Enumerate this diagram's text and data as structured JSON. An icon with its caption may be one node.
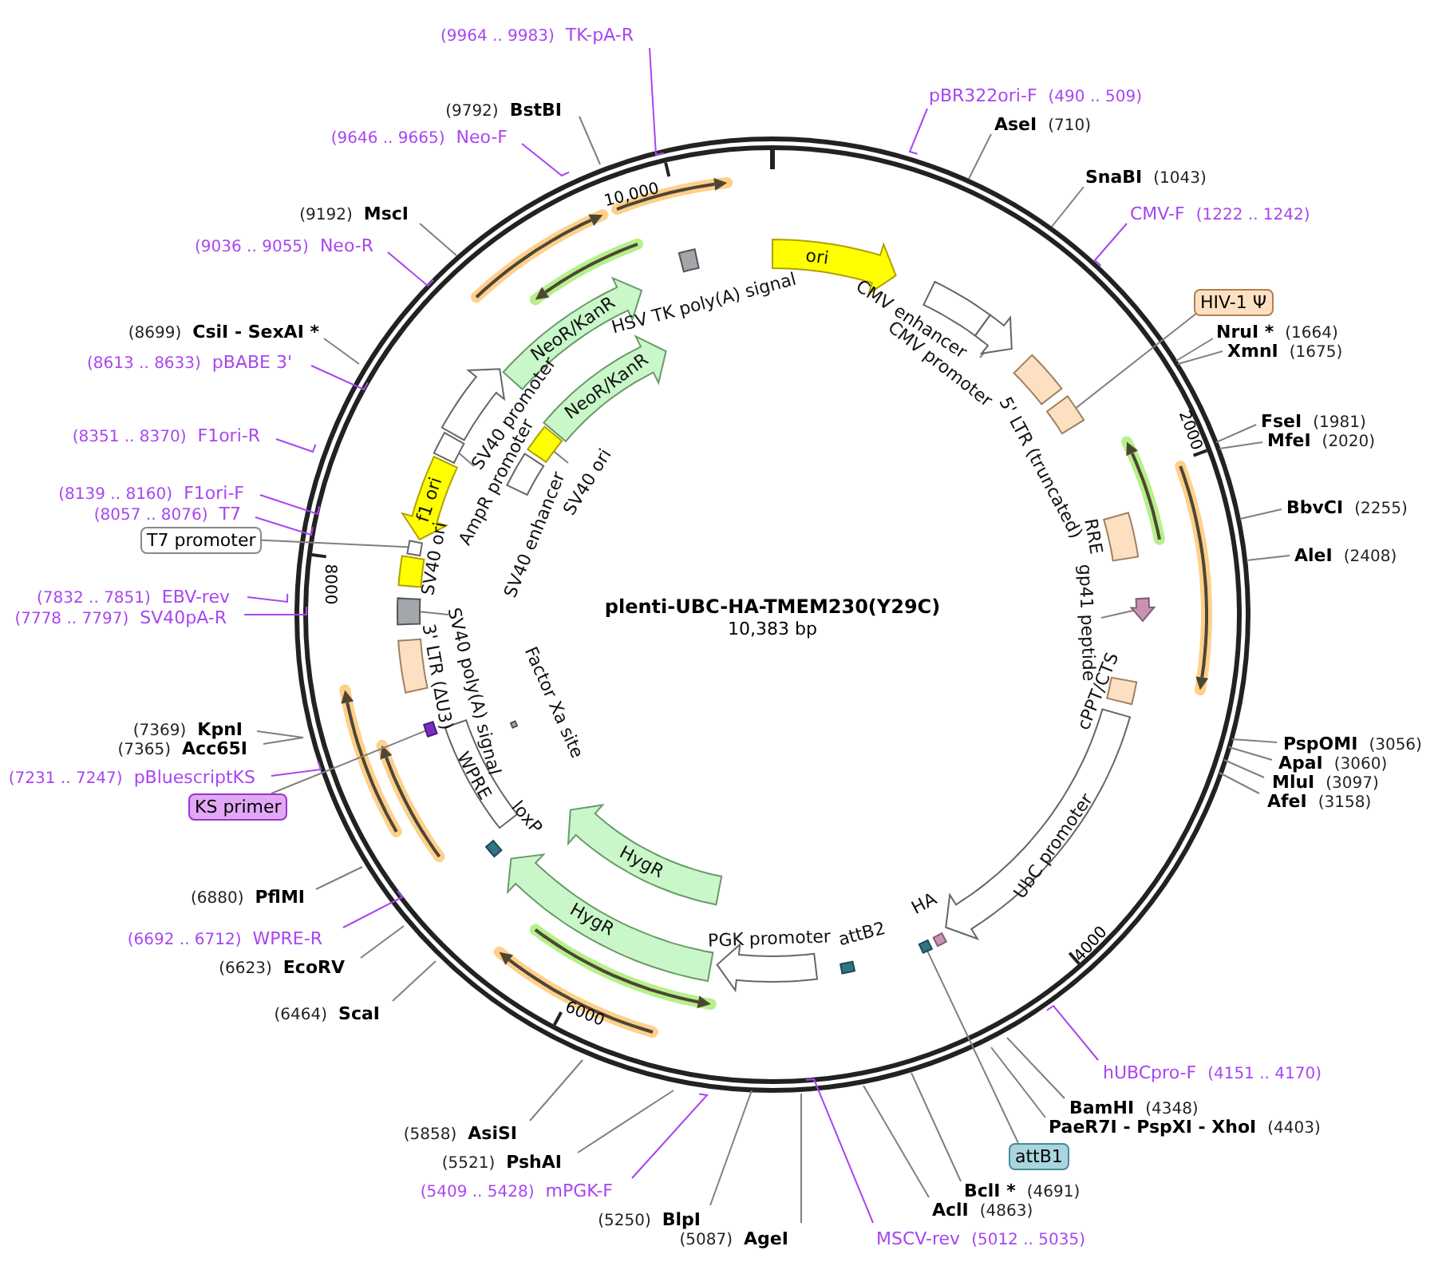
{
  "diagram": {
    "title": "plenti-UBC-HA-TMEM230(Y29C)",
    "nodes": [
      {
        "text": [
          "pBR322ori-F",
          "(490 .. 509)"
        ]
      },
      {
        "text": [
          "AseI",
          "(710)"
        ]
      },
      {
        "text": [
          "SnaBI",
          "(1043)"
        ]
      },
      {
        "text": [
          "CMV-F",
          "(1222 .. 1242)"
        ]
      },
      {
        "text": [
          "HIV-1 Ψ"
        ]
      },
      {
        "text": [
          "NruI *",
          "(1664)"
        ]
      },
      {
        "text": [
          "XmnI",
          "(1675)"
        ]
      },
      {
        "text": [
          "FseI",
          "(1981)"
        ]
      },
      {
        "text": [
          "MfeI",
          "(2020)"
        ]
      },
      {
        "text": [
          "BbvCI",
          "(2255)"
        ]
      },
      {
        "text": [
          "AleI",
          "(2408)"
        ]
      },
      {
        "text": [
          "PspOMI",
          "(3056)"
        ]
      },
      {
        "text": [
          "ApaI",
          "(3060)"
        ]
      },
      {
        "text": [
          "MluI",
          "(3097)"
        ]
      },
      {
        "text": [
          "AfeI",
          "(3158)"
        ]
      },
      {
        "text": [
          "hUBCpro-F",
          "(4151 .. 4170)"
        ]
      },
      {
        "text": [
          "BamHI",
          "(4348)"
        ]
      },
      {
        "text": [
          "PaeR7I - PspXI - XhoI",
          "(4403)"
        ]
      },
      {
        "text": [
          "attB1"
        ]
      },
      {
        "text": [
          "BclI *",
          "(4691)"
        ]
      },
      {
        "text": [
          "AclI",
          "(4863)"
        ]
      },
      {
        "text": [
          "MSCV-rev",
          "(5012 .. 5035)"
        ]
      },
      {
        "text": [
          "(5087)",
          "AgeI"
        ]
      },
      {
        "text": [
          "(5250)",
          "BlpI"
        ]
      },
      {
        "text": [
          "(5409 .. 5428)",
          "mPGK-F"
        ]
      },
      {
        "text": [
          "(5521)",
          "PshAI"
        ]
      },
      {
        "text": [
          "(5858)",
          "AsiSI"
        ]
      },
      {
        "text": [
          "(6464)",
          "ScaI"
        ]
      },
      {
        "text": [
          "(6623)",
          "EcoRV"
        ]
      },
      {
        "text": [
          "(6692 .. 6712)",
          "WPRE-R"
        ]
      },
      {
        "text": [
          "(6880)",
          "PflMI"
        ]
      },
      {
        "text": [
          "KS primer"
        ]
      },
      {
        "text": [
          "(7231 .. 7247)",
          "pBluescriptKS"
        ]
      },
      {
        "text": [
          "(7365)",
          "Acc65I"
        ]
      },
      {
        "text": [
          "(7369)",
          "KpnI"
        ]
      },
      {
        "text": [
          "(7778 .. 7797)",
          "SV40pA-R"
        ]
      },
      {
        "text": [
          "(7832 .. 7851)",
          "EBV-rev"
        ]
      },
      {
        "text": [
          "T7 promoter"
        ]
      },
      {
        "text": [
          "(8057 .. 8076)",
          "T7"
        ]
      },
      {
        "text": [
          "(8139 .. 8160)",
          "F1ori-F"
        ]
      },
      {
        "text": [
          "(8351 .. 8370)",
          "F1ori-R"
        ]
      },
      {
        "text": [
          "(8613 .. 8633)",
          "pBABE 3'"
        ]
      },
      {
        "text": [
          "(8699)",
          "CsiI - SexAI *"
        ]
      },
      {
        "text": [
          "(9036 .. 9055)",
          "Neo-R"
        ]
      },
      {
        "text": [
          "(9192)",
          "MscI"
        ]
      },
      {
        "text": [
          "(9646 .. 9665)",
          "Neo-F"
        ]
      },
      {
        "text": [
          "(9792)",
          "BstBI"
        ]
      },
      {
        "text": [
          "(9964 .. 9983)",
          "TK-pA-R"
        ]
      },
      {
        "text": [
          "ori"
        ]
      },
      {
        "text": [
          "CMV enhancer"
        ]
      },
      {
        "text": [],
        "shape": "arrow"
      },
      {
        "text": [
          "CMV promoter"
        ]
      },
      {
        "text": [
          "5' LTR (truncated)"
        ]
      },
      {
        "text": [],
        "shape": "box"
      },
      {
        "text": [
          "RRE"
        ]
      },
      {
        "text": [],
        "shape": "arrow"
      },
      {
        "text": [
          "gp41 peptide"
        ]
      },
      {
        "text": [
          "cPPT/CTS"
        ]
      },
      {
        "text": [
          "UbC promoter"
        ]
      },
      {
        "text": [
          "HA"
        ]
      },
      {
        "text": [],
        "shape": "bar"
      },
      {
        "text": [
          "attB2"
        ]
      },
      {
        "text": [
          "PGK promoter"
        ]
      },
      {
        "text": [
          "HygR"
        ]
      },
      {
        "text": [
          "HygR"
        ]
      },
      {
        "text": [
          "loxP"
        ]
      },
      {
        "text": [
          "WPRE"
        ]
      },
      {
        "text": [
          "Factor Xa site"
        ]
      },
      {
        "text": [],
        "shape": "bar"
      },
      {
        "text": [
          "3' LTR (ΔU3)"
        ]
      },
      {
        "text": [],
        "shape": "box"
      },
      {
        "text": [
          "SV40 poly(A) signal"
        ]
      },
      {
        "text": [
          "SV40 ori"
        ]
      },
      {
        "text": [],
        "shape": "box"
      },
      {
        "text": [
          "f1 ori"
        ]
      },
      {
        "text": [],
        "shape": "box"
      },
      {
        "text": [
          "AmpR promoter"
        ]
      },
      {
        "text": [
          "SV40 promoter"
        ]
      },
      {
        "text": [
          "NeoR/KanR"
        ]
      },
      {
        "text": [
          "HSV TK poly(A) signal"
        ]
      },
      {
        "text": [
          "SV40 enhancer"
        ]
      },
      {
        "text": [],
        "shape": "box"
      },
      {
        "text": [
          "SV40 ori"
        ]
      },
      {
        "text": [
          "NeoR/KanR"
        ]
      },
      {
        "text": [],
        "shape": "arrow"
      },
      {
        "text": [],
        "shape": "arrow"
      },
      {
        "text": [],
        "shape": "arrow"
      },
      {
        "text": [],
        "shape": "arrow"
      },
      {
        "text": [],
        "shape": "arrow"
      },
      {
        "text": [],
        "shape": "arrow"
      },
      {
        "text": [],
        "shape": "arrow"
      },
      {
        "text": [],
        "shape": "arrow"
      },
      {
        "text": [],
        "shape": "arrow"
      }
    ],
    "edges": [
      {
        "from": 0,
        "to": null,
        "arrow": "none",
        "color": "#a846f0"
      },
      {
        "from": 1,
        "to": null,
        "arrow": "none"
      },
      {
        "from": 2,
        "to": null,
        "arrow": "none"
      },
      {
        "from": 3,
        "to": null,
        "arrow": "none",
        "color": "#a846f0"
      },
      {
        "from": 4,
        "to": 53,
        "arrow": "none"
      },
      {
        "from": 5,
        "to": null,
        "arrow": "none"
      },
      {
        "from": 6,
        "to": null,
        "arrow": "none"
      },
      {
        "from": 7,
        "to": null,
        "arrow": "none"
      },
      {
        "from": 8,
        "to": null,
        "arrow": "none"
      },
      {
        "from": 9,
        "to": null,
        "arrow": "none"
      },
      {
        "from": 10,
        "to": null,
        "arrow": "none"
      },
      {
        "from": 11,
        "to": null,
        "arrow": "none"
      },
      {
        "from": 12,
        "to": null,
        "arrow": "none"
      },
      {
        "from": 13,
        "to": null,
        "arrow": "none"
      },
      {
        "from": 14,
        "to": null,
        "arrow": "none"
      },
      {
        "from": 15,
        "to": null,
        "arrow": "none",
        "color": "#a846f0"
      },
      {
        "from": 16,
        "to": null,
        "arrow": "none"
      },
      {
        "from": 17,
        "to": null,
        "arrow": "none"
      },
      {
        "from": 18,
        "to": 60,
        "arrow": "none"
      },
      {
        "from": 19,
        "to": null,
        "arrow": "none"
      },
      {
        "from": 20,
        "to": null,
        "arrow": "none"
      },
      {
        "from": 21,
        "to": null,
        "arrow": "none",
        "color": "#a846f0"
      },
      {
        "from": 22,
        "to": null,
        "arrow": "none"
      },
      {
        "from": 23,
        "to": null,
        "arrow": "none"
      },
      {
        "from": 24,
        "to": null,
        "arrow": "none",
        "color": "#a846f0"
      },
      {
        "from": 25,
        "to": null,
        "arrow": "none"
      },
      {
        "from": 26,
        "to": null,
        "arrow": "none"
      },
      {
        "from": 27,
        "to": null,
        "arrow": "none"
      },
      {
        "from": 28,
        "to": null,
        "arrow": "none"
      },
      {
        "from": 29,
        "to": null,
        "arrow": "none",
        "color": "#a846f0"
      },
      {
        "from": 30,
        "to": null,
        "arrow": "none"
      },
      {
        "from": 31,
        "to": 68,
        "arrow": "none"
      },
      {
        "from": 32,
        "to": null,
        "arrow": "none",
        "color": "#a846f0"
      },
      {
        "from": 33,
        "to": null,
        "arrow": "none"
      },
      {
        "from": 34,
        "to": null,
        "arrow": "none"
      },
      {
        "from": 35,
        "to": null,
        "arrow": "none",
        "color": "#a846f0"
      },
      {
        "from": 36,
        "to": null,
        "arrow": "none",
        "color": "#a846f0"
      },
      {
        "from": 37,
        "to": 73,
        "arrow": "none"
      },
      {
        "from": 38,
        "to": null,
        "arrow": "none",
        "color": "#a846f0"
      },
      {
        "from": 39,
        "to": null,
        "arrow": "none",
        "color": "#a846f0"
      },
      {
        "from": 40,
        "to": null,
        "arrow": "none",
        "color": "#a846f0"
      },
      {
        "from": 41,
        "to": null,
        "arrow": "none",
        "color": "#a846f0"
      },
      {
        "from": 42,
        "to": null,
        "arrow": "none"
      },
      {
        "from": 43,
        "to": null,
        "arrow": "none",
        "color": "#a846f0"
      },
      {
        "from": 44,
        "to": null,
        "arrow": "none"
      },
      {
        "from": 45,
        "to": null,
        "arrow": "none",
        "color": "#a846f0"
      },
      {
        "from": 46,
        "to": null,
        "arrow": "none"
      },
      {
        "from": 47,
        "to": null,
        "arrow": "none",
        "color": "#a846f0"
      },
      {
        "from": 51,
        "to": 50,
        "arrow": "none"
      },
      {
        "from": 56,
        "to": 55,
        "arrow": "none"
      },
      {
        "from": 71,
        "to": 70,
        "arrow": "none"
      },
      {
        "from": 76,
        "to": 75,
        "arrow": "none"
      },
      {
        "from": 82,
        "to": 81,
        "arrow": "none"
      }
    ],
    "labels": [
      "10,383 bp",
      "10,000",
      "2000",
      "4000",
      "6000",
      "8000"
    ]
  }
}
